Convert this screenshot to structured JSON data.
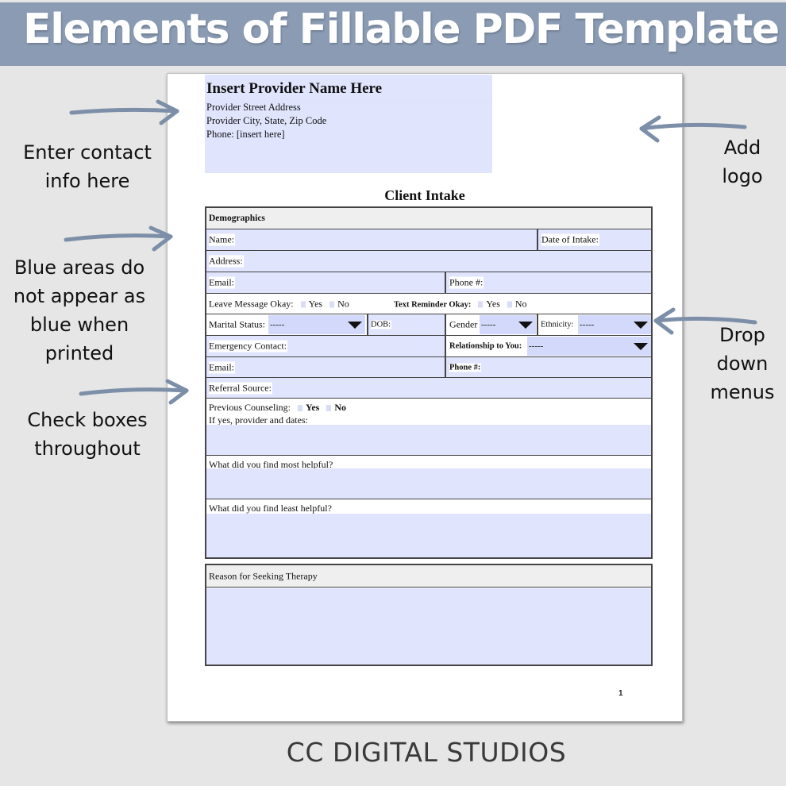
{
  "banner": {
    "title": "Elements of Fillable PDF Template",
    "background": "#8a9bb3"
  },
  "annotations": {
    "contact": [
      "Enter contact",
      "info here"
    ],
    "blue_areas": [
      "Blue areas do",
      "not appear as",
      "blue when",
      "printed"
    ],
    "check_boxes": [
      "Check boxes",
      "throughout"
    ],
    "logo": [
      "Add",
      "logo"
    ],
    "drop_down": [
      "Drop",
      "down",
      "menus"
    ],
    "arrow_color": "#7d8fa8"
  },
  "provider": {
    "name": "Insert Provider Name Here",
    "street": "Provider Street Address",
    "city": "Provider City, State, Zip Code",
    "phone": "Phone: [insert here]"
  },
  "form": {
    "title": "Client Intake",
    "section_demographics": "Demographics",
    "name_label": "Name:",
    "date_of_intake_label": "Date of Intake:",
    "address_label": "Address:",
    "email_label": "Email:",
    "phone_label": "Phone #:",
    "leave_message_label": "Leave Message Okay:",
    "text_reminder_label": "Text Reminder Okay:",
    "yes": "Yes",
    "no": "No",
    "marital_status_label": "Marital Status:",
    "marital_status_value": "-----",
    "dob_label": "DOB:",
    "gender_label": "Gender",
    "gender_value": "-----",
    "ethnicity_label": "Ethnicity:",
    "ethnicity_value": "-----",
    "emergency_contact_label": "Emergency Contact:",
    "relationship_label": "Relationship to You:",
    "relationship_value": "-----",
    "email2_label": "Email:",
    "phone2_label": "Phone #:",
    "referral_source_label": "Referral Source:",
    "previous_counseling_label": "Previous Counseling:",
    "if_yes_label": "If yes, provider and dates:",
    "most_helpful_label": "What did you find most helpful?",
    "least_helpful_label": "What did you find least helpful?",
    "reason_label": "Reason for Seeking Therapy",
    "page_number": "1",
    "field_color": "#e0e4fd"
  },
  "footer": {
    "brand": "CC DIGITAL STUDIOS"
  }
}
